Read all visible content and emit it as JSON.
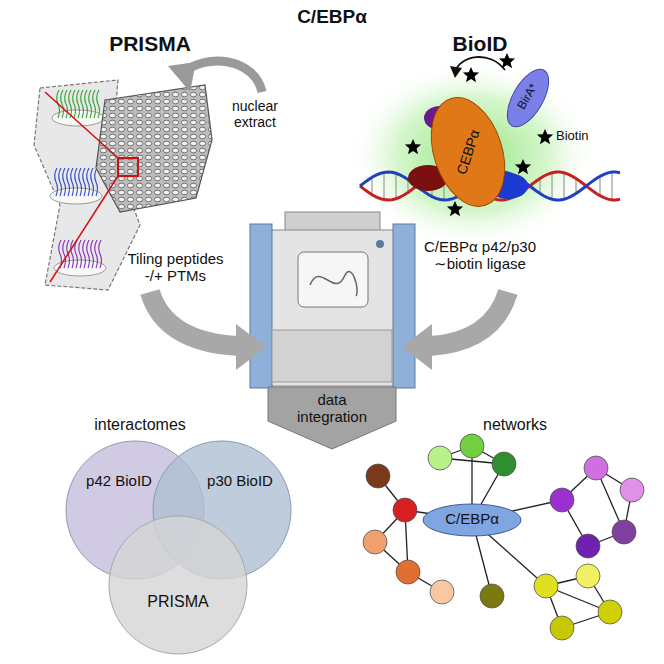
{
  "diagram": {
    "title": "C/EBPα",
    "nodes": [
      {
        "text": [
          "data integration"
        ]
      },
      {
        "text": [
          "p42 BioID"
        ]
      },
      {
        "text": [
          "p30 BioID"
        ]
      },
      {
        "text": [
          "PRISMA"
        ]
      },
      {
        "text": [
          "C/EBPα"
        ]
      }
    ],
    "labels": [
      "PRISMA",
      "BioID",
      "nuclear extract",
      "Tiling peptides -/+ PTMs",
      "Biotin",
      "BirA*",
      "CEBPα",
      "C/EBPα p42/p30 ∼biotin ligase",
      "interactomes",
      "networks"
    ]
  }
}
